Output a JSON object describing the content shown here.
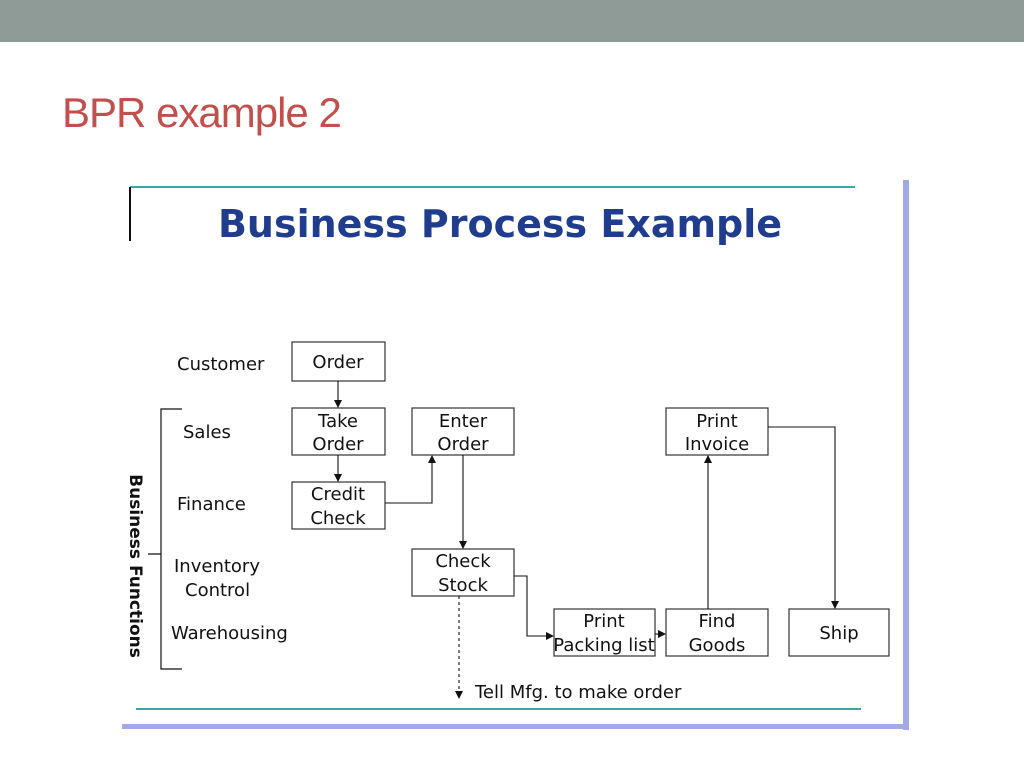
{
  "slide": {
    "title": "BPR example 2"
  },
  "diagram": {
    "title": "Business Process Example",
    "group_label": "Business Functions",
    "roles": {
      "customer": "Customer",
      "sales": "Sales",
      "finance": "Finance",
      "inventory_line1": "Inventory",
      "inventory_line2": "Control",
      "warehousing": "Warehousing"
    },
    "steps": {
      "order": "Order",
      "take_order_l1": "Take",
      "take_order_l2": "Order",
      "credit_check_l1": "Credit",
      "credit_check_l2": "Check",
      "enter_order_l1": "Enter",
      "enter_order_l2": "Order",
      "check_stock_l1": "Check",
      "check_stock_l2": "Stock",
      "print_packing_l1": "Print",
      "print_packing_l2": "Packing list",
      "find_goods_l1": "Find",
      "find_goods_l2": "Goods",
      "print_invoice_l1": "Print",
      "print_invoice_l2": "Invoice",
      "ship": "Ship"
    },
    "note": "Tell Mfg. to make order"
  }
}
